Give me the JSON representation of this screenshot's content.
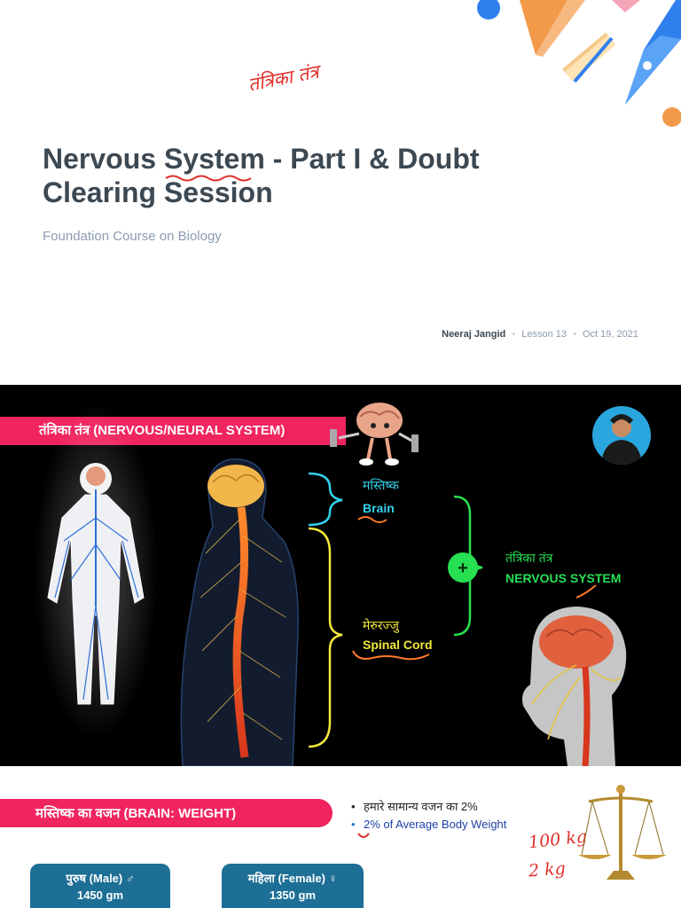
{
  "slide1": {
    "handwritten_title": "तंत्रिका तंत्र",
    "title_line1": "Nervous System - Part I & Doubt",
    "title_line2": "Clearing Session",
    "subtitle": "Foundation Course on Biology",
    "author": "Neeraj Jangid",
    "lesson": "Lesson 13",
    "date": "Oct 19, 2021",
    "separator": "•",
    "decoration_colors": [
      "#2f80ed",
      "#f2994a",
      "#f4a6b8",
      "#ffffff"
    ]
  },
  "slide2": {
    "banner": "तंत्रिका तंत्र (NERVOUS/NEURAL SYSTEM)",
    "brain_hi": "मस्तिष्क",
    "brain_en": "Brain",
    "cord_hi": "मेरुरज्जु",
    "cord_en": "Spinal Cord",
    "ns_hi": "तंत्रिका तंत्र",
    "ns_en": "NERVOUS SYSTEM",
    "plus": "+",
    "colors": {
      "banner": "#f0245f",
      "brain": "#33d0ea",
      "cord": "#f4e83c",
      "system": "#26e052",
      "annotation": "#ff7a2a"
    }
  },
  "slide3": {
    "banner": "मस्तिष्क का वजन (BRAIN: WEIGHT)",
    "bullet1": "हमारे सामान्य वजन का 2%",
    "bullet2": "2% of Average Body Weight",
    "bullet_mark": "•",
    "male_label": "पुरुष (Male) ♂",
    "male_value": "1450 gm",
    "female_label": "महिला (Female) ♀",
    "female_value": "1350 gm",
    "note1": "100 kg",
    "note2": "2 kg"
  }
}
